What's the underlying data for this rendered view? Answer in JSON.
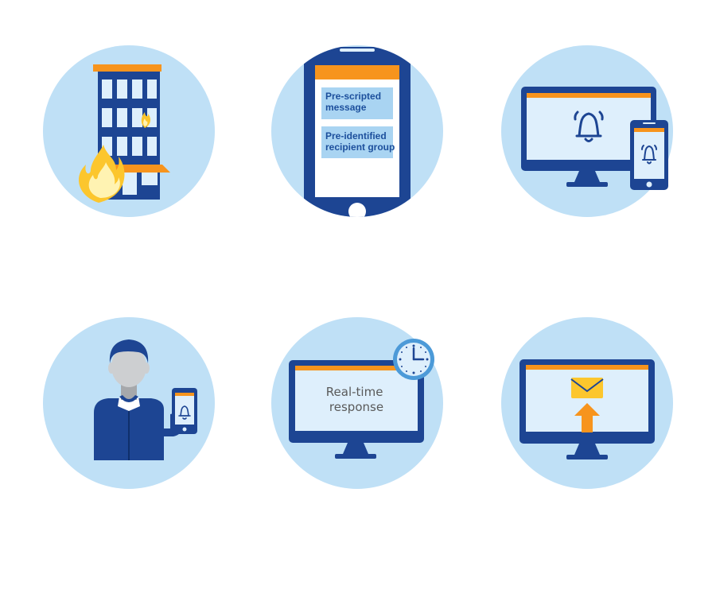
{
  "colors": {
    "circle": "#bfe0f6",
    "navy": "#1d4593",
    "orange": "#f7941d",
    "screen": "#deeffc",
    "label_box": "#a9d4f2",
    "flame_outer": "#fcc62d",
    "flame_inner": "#fff3b2"
  },
  "badges": [
    {
      "icon": "burning-building-icon"
    },
    {
      "icon": "phone-message-icon",
      "message_label": "Pre-scripted message",
      "message_lines": [
        "Pre-scripted",
        "message"
      ],
      "group_label": "Pre-identified recipient group",
      "group_lines": [
        "Pre-identified",
        "recipient group"
      ]
    },
    {
      "icon": "desktop-mobile-alert-icon"
    },
    {
      "icon": "person-with-phone-icon"
    },
    {
      "icon": "real-time-response-icon",
      "response_lines": [
        "Real-time",
        "response"
      ]
    },
    {
      "icon": "email-upload-icon"
    }
  ]
}
